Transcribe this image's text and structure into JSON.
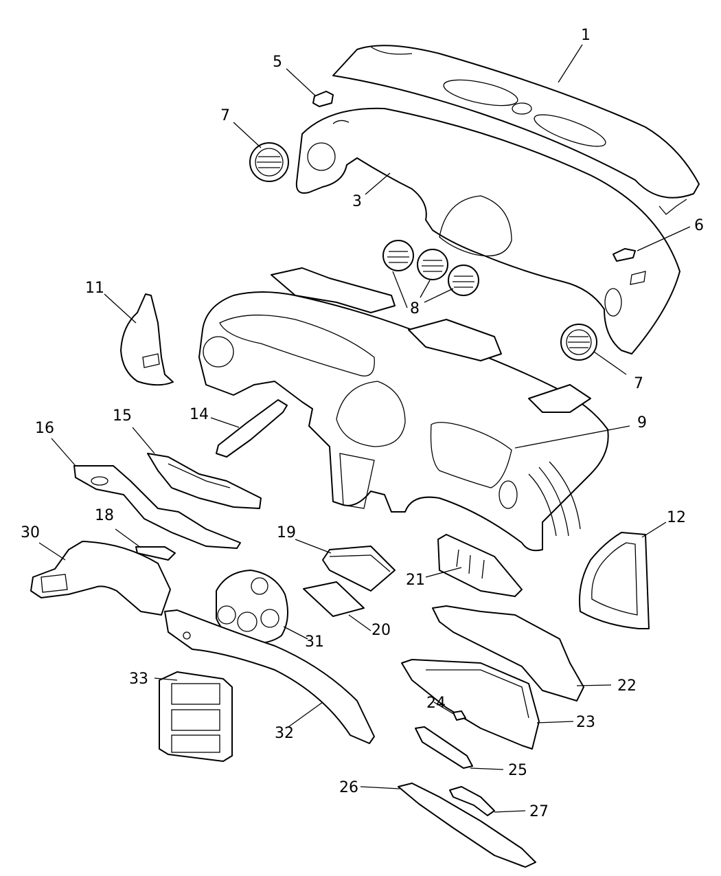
{
  "callouts": {
    "c1": "1",
    "c3": "3",
    "c5": "5",
    "c6": "6",
    "c7a": "7",
    "c7b": "7",
    "c8": "8",
    "c9": "9",
    "c11": "11",
    "c12": "12",
    "c14": "14",
    "c15": "15",
    "c16": "16",
    "c18": "18",
    "c19": "19",
    "c20": "20",
    "c21": "21",
    "c22": "22",
    "c23": "23",
    "c24": "24",
    "c25": "25",
    "c26": "26",
    "c27": "27",
    "c30": "30",
    "c31": "31",
    "c32": "32",
    "c33": "33"
  }
}
